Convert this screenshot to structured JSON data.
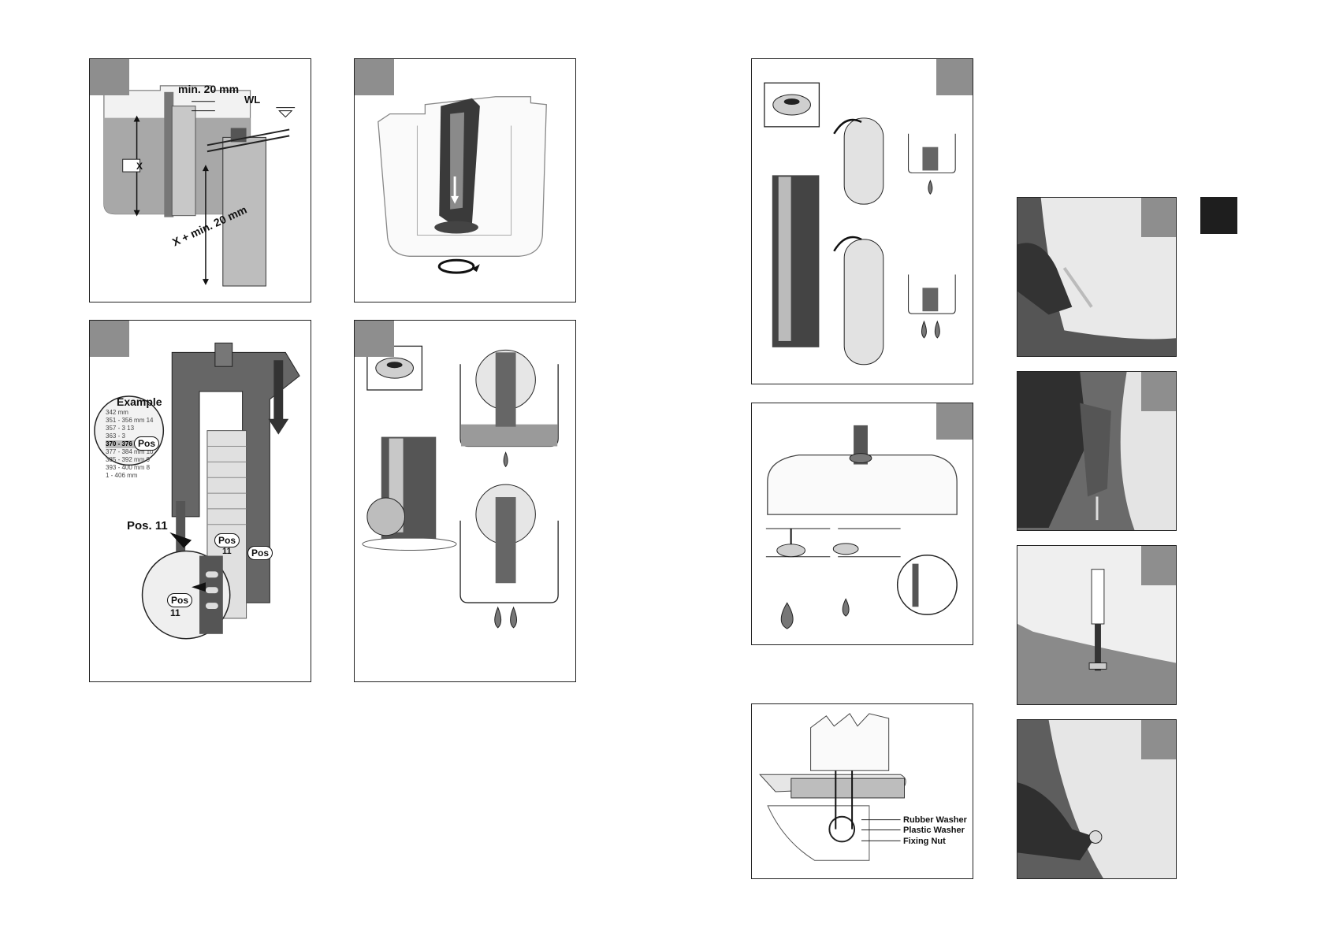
{
  "panels": {
    "p1": {
      "min_label": "min. 20 mm",
      "wl_label": "WL",
      "x_label": "X",
      "x_plus_label": "X + min. 20 mm"
    },
    "p3": {
      "example_label": "Example",
      "table_rows": [
        {
          "range": "342 mm",
          "pos": ""
        },
        {
          "range": "351 - 356 mm",
          "pos": "14"
        },
        {
          "range": "357 - 3",
          "pos": "13"
        },
        {
          "range": "363 - 3",
          "pos": ""
        },
        {
          "range": "370 - 376 mm",
          "pos": "11"
        },
        {
          "range": "377 - 384 mm",
          "pos": "10"
        },
        {
          "range": "385 - 392 mm",
          "pos": "9"
        },
        {
          "range": "393 - 400 mm",
          "pos": "8"
        },
        {
          "range": "1 - 406 mm",
          "pos": ""
        }
      ],
      "pos_pill_label": "Pos",
      "pos_11_label": "Pos. 11",
      "pos_num_label": "11"
    },
    "p8": {
      "rubber_washer": "Rubber Washer",
      "plastic_washer": "Plastic Washer",
      "fixing_nut": "Fixing Nut"
    }
  },
  "colors": {
    "badge": "#8e8e8e",
    "tab": "#1e1e1e",
    "water": "#9a9a9a"
  }
}
